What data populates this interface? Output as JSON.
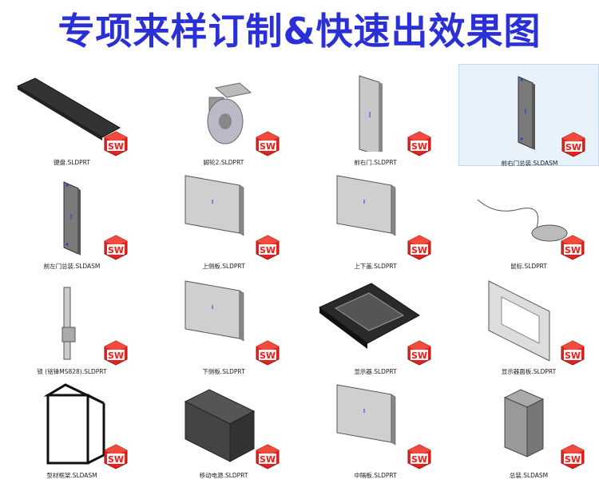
{
  "banner": {
    "title": "专项来样订制&快速出效果图"
  },
  "colors": {
    "banner_text": "#2b2fd6",
    "sw_red": "#e3231f",
    "selection": "#e8f2fb"
  },
  "files": [
    {
      "name": "键盘.SLDPRT",
      "icon": "keyboard-thumbnail"
    },
    {
      "name": "脚轮2.SLDPRT",
      "icon": "caster-wheel-thumbnail"
    },
    {
      "name": "前右门.SLDPRT",
      "icon": "panel-door-thumbnail"
    },
    {
      "name": "前右门总装.SLDASM",
      "icon": "door-assembly-thumbnail",
      "selected": true
    },
    {
      "name": "前左门总装.SLDASM",
      "icon": "door-assembly-thumbnail"
    },
    {
      "name": "上侧板.SLDPRT",
      "icon": "side-panel-thumbnail"
    },
    {
      "name": "上下盖.SLDPRT",
      "icon": "cover-panel-thumbnail"
    },
    {
      "name": "鼠标.SLDPRT",
      "icon": "mouse-thumbnail"
    },
    {
      "name": "锁 (铭锋MS828).SLDPRT",
      "icon": "lock-thumbnail"
    },
    {
      "name": "下侧板.SLDPRT",
      "icon": "side-panel-thumbnail"
    },
    {
      "name": "显示器.SLDPRT",
      "icon": "monitor-thumbnail"
    },
    {
      "name": "显示器面板.SLDPRT",
      "icon": "monitor-panel-thumbnail"
    },
    {
      "name": "型材框架.SLDASM",
      "icon": "frame-thumbnail"
    },
    {
      "name": "移动电源.SLDPRT",
      "icon": "power-box-thumbnail"
    },
    {
      "name": "中隔板.SLDPRT",
      "icon": "partition-panel-thumbnail"
    },
    {
      "name": "总装.SLDASM",
      "icon": "cabinet-thumbnail"
    }
  ]
}
